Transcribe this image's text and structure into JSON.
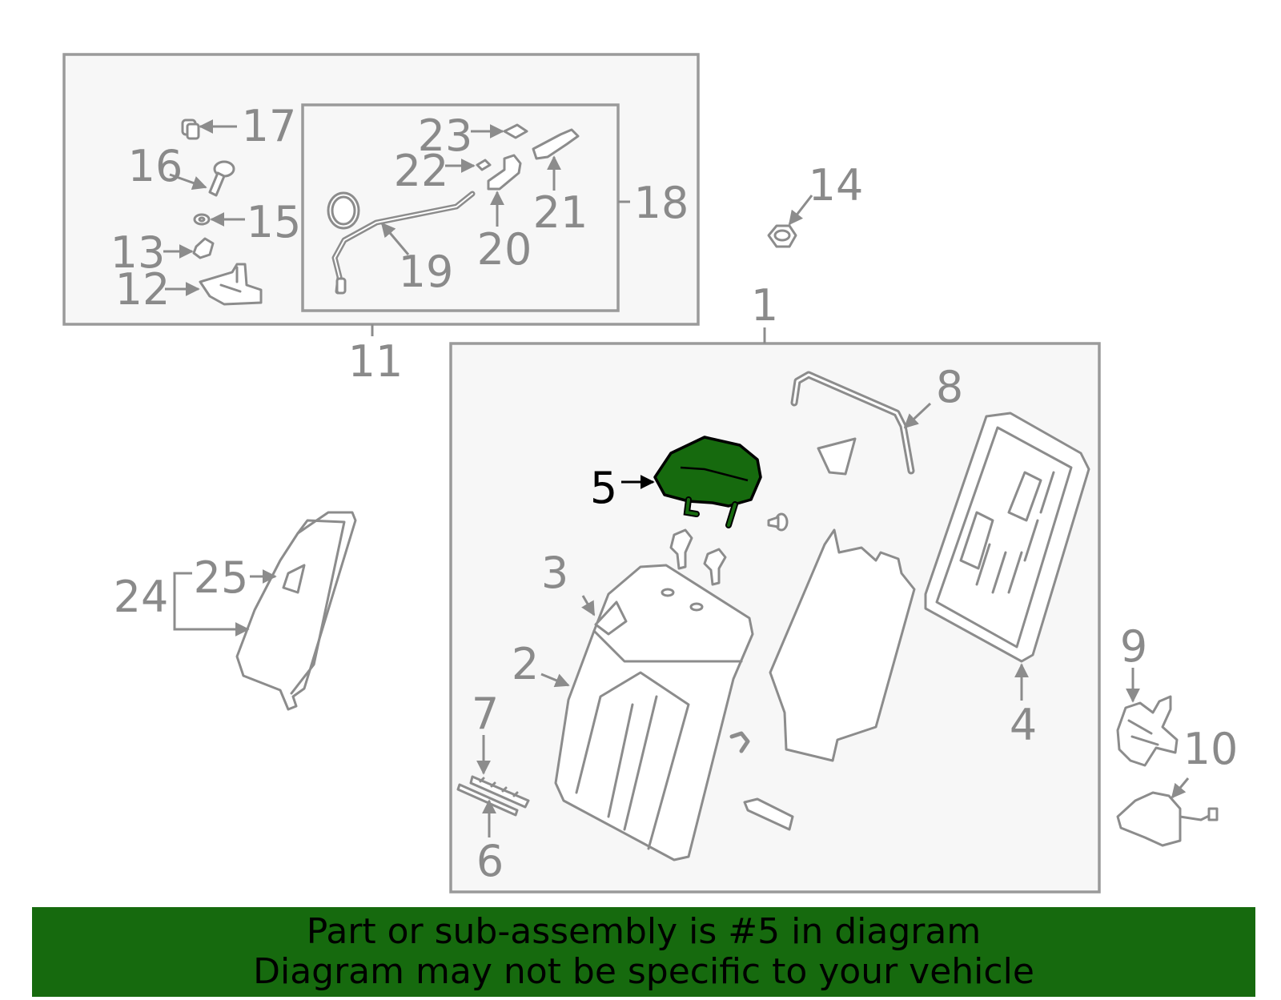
{
  "diagram": {
    "highlight_color": "#166a0e",
    "line_color": "#8c8c8c",
    "callouts": {
      "c1": "1",
      "c2": "2",
      "c3": "3",
      "c4": "4",
      "c5": "5",
      "c6": "6",
      "c7": "7",
      "c8": "8",
      "c9": "9",
      "c10": "10",
      "c11": "11",
      "c12": "12",
      "c13": "13",
      "c14": "14",
      "c15": "15",
      "c16": "16",
      "c17": "17",
      "c18": "18",
      "c19": "19",
      "c20": "20",
      "c21": "21",
      "c22": "22",
      "c23": "23",
      "c24": "24",
      "c25": "25"
    },
    "highlighted_part": "5"
  },
  "banner": {
    "line1": "Part or sub-assembly is #5 in diagram",
    "line2": "Diagram may not be specific to your vehicle",
    "background": "#166a0e"
  }
}
